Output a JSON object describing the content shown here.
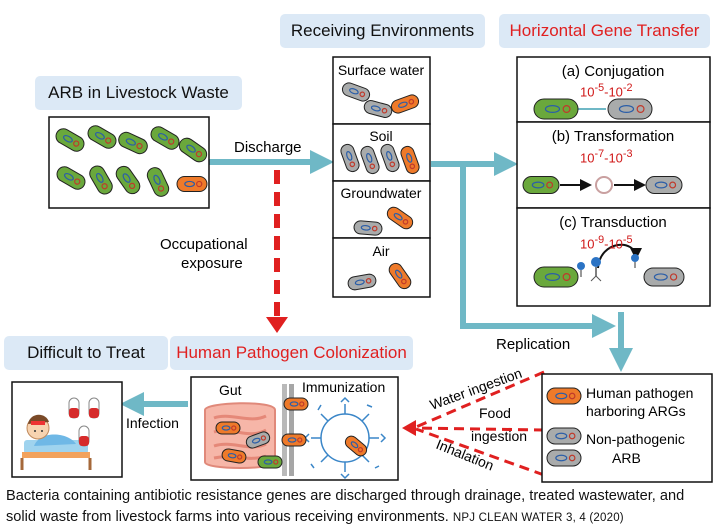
{
  "headers": {
    "arb_livestock": "ARB in Livestock Waste",
    "receiving_environments": "Receiving Environments",
    "hgt": "Horizontal Gene Transfer",
    "difficult_to_treat": "Difficult to Treat",
    "human_pathogen_colonization": "Human Pathogen Colonization"
  },
  "environments": [
    "Surface water",
    "Soil",
    "Groundwater",
    "Air"
  ],
  "hgt": {
    "conjugation": {
      "label": "(a) Conjugation",
      "rate": "10<sup>-5</sup>-10<sup>-2</sup>"
    },
    "transformation": {
      "label": "(b) Transformation",
      "rate": "10<sup>-7</sup>-10<sup>-3</sup>"
    },
    "transduction": {
      "label": "(c) Transduction",
      "rate": "10<sup>-9</sup>-10<sup>-5</sup>"
    }
  },
  "flow_labels": {
    "discharge": "Discharge",
    "occupational": "Occupational",
    "exposure": "exposure",
    "replication": "Replication",
    "water_ingestion": "Water ingestion",
    "food": "Food",
    "ingestion": "ingestion",
    "inhalation": "Inhalation",
    "infection": "Infection"
  },
  "colonization": {
    "gut": "Gut",
    "immunization": "Immunization"
  },
  "legend": {
    "pathogen_line1": "Human pathogen",
    "pathogen_line2": "harboring ARGs",
    "nonpath_line1": "Non-pathogenic",
    "nonpath_line2": "ARB"
  },
  "caption": {
    "text": "Bacteria containing antibiotic resistance genes are discharged through drainage, treated wastewater, and solid waste from livestock farms into various receiving environments.",
    "source": "NPJ CLEAN WATER 3, 4 (2020)"
  },
  "colors": {
    "arrow_teal": "#6fb8c6",
    "exposure_red": "#e02020",
    "bacterium_green": "#6aa83c",
    "bacterium_orange": "#ee7a2a",
    "bacterium_grey": "#a9abab",
    "header_bg": "#dce9f6"
  }
}
